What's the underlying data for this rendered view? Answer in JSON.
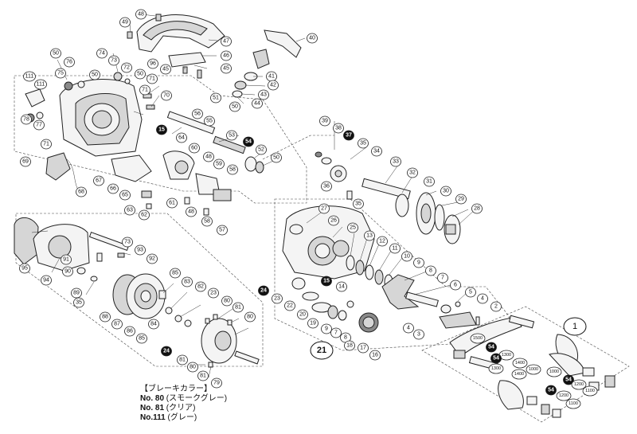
{
  "legend": {
    "title": "【ブレーキカラー】",
    "items": [
      {
        "no": "No. 80",
        "desc": "(スモークグレー)"
      },
      {
        "no": "No. 81",
        "desc": "(クリア)"
      },
      {
        "no": "No.111",
        "desc": "(グレー)"
      }
    ]
  },
  "assembly_label": "21",
  "handle_group_label": "1",
  "callouts": [
    {
      "id": "c48a",
      "text": "48"
    },
    {
      "id": "c49",
      "text": "49"
    },
    {
      "id": "c47",
      "text": "47"
    },
    {
      "id": "c96",
      "text": "96"
    },
    {
      "id": "c46",
      "text": "46"
    },
    {
      "id": "c45a",
      "text": "45"
    },
    {
      "id": "c45b",
      "text": "45"
    },
    {
      "id": "c40",
      "text": "40"
    },
    {
      "id": "c41",
      "text": "41"
    },
    {
      "id": "c42",
      "text": "42"
    },
    {
      "id": "c43",
      "text": "43"
    },
    {
      "id": "c44",
      "text": "44"
    },
    {
      "id": "c50a",
      "text": "50"
    },
    {
      "id": "c76",
      "text": "76"
    },
    {
      "id": "c75",
      "text": "75"
    },
    {
      "id": "c74",
      "text": "74"
    },
    {
      "id": "c73a",
      "text": "73"
    },
    {
      "id": "c72",
      "text": "72"
    },
    {
      "id": "c50b",
      "text": "50"
    },
    {
      "id": "c50c",
      "text": "50"
    },
    {
      "id": "c71a",
      "text": "71"
    },
    {
      "id": "c71b",
      "text": "71"
    },
    {
      "id": "c70",
      "text": "70"
    },
    {
      "id": "c111a",
      "text": "111"
    },
    {
      "id": "c111b",
      "text": "111"
    },
    {
      "id": "c78",
      "text": "78"
    },
    {
      "id": "c77",
      "text": "77"
    },
    {
      "id": "c51",
      "text": "51"
    },
    {
      "id": "c50d",
      "text": "50"
    },
    {
      "id": "c56",
      "text": "56"
    },
    {
      "id": "c55",
      "text": "55"
    },
    {
      "id": "c15a",
      "text": "15",
      "hl": true
    },
    {
      "id": "c64",
      "text": "64"
    },
    {
      "id": "c53",
      "text": "53"
    },
    {
      "id": "c54a",
      "text": "54",
      "hl": true
    },
    {
      "id": "c52",
      "text": "52"
    },
    {
      "id": "c50e",
      "text": "50"
    },
    {
      "id": "c71c",
      "text": "71"
    },
    {
      "id": "c60",
      "text": "60"
    },
    {
      "id": "c59",
      "text": "59"
    },
    {
      "id": "c48b",
      "text": "48"
    },
    {
      "id": "c58a",
      "text": "58"
    },
    {
      "id": "c69",
      "text": "69"
    },
    {
      "id": "c67",
      "text": "67"
    },
    {
      "id": "c66",
      "text": "66"
    },
    {
      "id": "c65",
      "text": "65"
    },
    {
      "id": "c68",
      "text": "68"
    },
    {
      "id": "c63",
      "text": "63"
    },
    {
      "id": "c62",
      "text": "62"
    },
    {
      "id": "c61",
      "text": "61"
    },
    {
      "id": "c48c",
      "text": "48"
    },
    {
      "id": "c58b",
      "text": "58"
    },
    {
      "id": "c57",
      "text": "57"
    },
    {
      "id": "c39",
      "text": "39"
    },
    {
      "id": "c38",
      "text": "38"
    },
    {
      "id": "c37",
      "text": "37",
      "hl": true
    },
    {
      "id": "c35a",
      "text": "35"
    },
    {
      "id": "c34",
      "text": "34"
    },
    {
      "id": "c33",
      "text": "33"
    },
    {
      "id": "c32",
      "text": "32"
    },
    {
      "id": "c31",
      "text": "31"
    },
    {
      "id": "c30",
      "text": "30"
    },
    {
      "id": "c29",
      "text": "29"
    },
    {
      "id": "c28",
      "text": "28"
    },
    {
      "id": "c36",
      "text": "36"
    },
    {
      "id": "c35b",
      "text": "35"
    },
    {
      "id": "c27",
      "text": "27"
    },
    {
      "id": "c26",
      "text": "26"
    },
    {
      "id": "c25",
      "text": "25"
    },
    {
      "id": "c13",
      "text": "13"
    },
    {
      "id": "c12",
      "text": "12"
    },
    {
      "id": "c11",
      "text": "11"
    },
    {
      "id": "c10",
      "text": "10"
    },
    {
      "id": "c9",
      "text": "9"
    },
    {
      "id": "c8",
      "text": "8"
    },
    {
      "id": "c7",
      "text": "7"
    },
    {
      "id": "c6",
      "text": "6"
    },
    {
      "id": "c5",
      "text": "5"
    },
    {
      "id": "c4a",
      "text": "4"
    },
    {
      "id": "c2",
      "text": "2"
    },
    {
      "id": "c3",
      "text": "3"
    },
    {
      "id": "c4b",
      "text": "4"
    },
    {
      "id": "c15b",
      "text": "15",
      "hl": true
    },
    {
      "id": "c14",
      "text": "14"
    },
    {
      "id": "c24a",
      "text": "24",
      "hl": true
    },
    {
      "id": "c23a",
      "text": "23"
    },
    {
      "id": "c22",
      "text": "22"
    },
    {
      "id": "c20",
      "text": "20"
    },
    {
      "id": "c19",
      "text": "19"
    },
    {
      "id": "c9b",
      "text": "9"
    },
    {
      "id": "c7b",
      "text": "7"
    },
    {
      "id": "c8b",
      "text": "8"
    },
    {
      "id": "c18",
      "text": "18"
    },
    {
      "id": "c17",
      "text": "17"
    },
    {
      "id": "c16",
      "text": "16"
    },
    {
      "id": "c95",
      "text": "95"
    },
    {
      "id": "c94",
      "text": "94"
    },
    {
      "id": "c91",
      "text": "91"
    },
    {
      "id": "c90",
      "text": "90"
    },
    {
      "id": "c89",
      "text": "89"
    },
    {
      "id": "c35c",
      "text": "35"
    },
    {
      "id": "c73b",
      "text": "73"
    },
    {
      "id": "c93",
      "text": "93"
    },
    {
      "id": "c92",
      "text": "92"
    },
    {
      "id": "c88",
      "text": "88"
    },
    {
      "id": "c87",
      "text": "87"
    },
    {
      "id": "c86",
      "text": "86"
    },
    {
      "id": "c85a",
      "text": "85"
    },
    {
      "id": "c83",
      "text": "83"
    },
    {
      "id": "c82",
      "text": "82"
    },
    {
      "id": "c23b",
      "text": "23"
    },
    {
      "id": "c80a",
      "text": "80"
    },
    {
      "id": "c81a",
      "text": "81"
    },
    {
      "id": "c80b",
      "text": "80"
    },
    {
      "id": "c84",
      "text": "84"
    },
    {
      "id": "c85b",
      "text": "85"
    },
    {
      "id": "c24b",
      "text": "24",
      "hl": true
    },
    {
      "id": "c81b",
      "text": "81"
    },
    {
      "id": "c80c",
      "text": "80"
    },
    {
      "id": "c81c",
      "text": "81"
    },
    {
      "id": "c79",
      "text": "79"
    },
    {
      "id": "c1500",
      "text": "1500"
    },
    {
      "id": "c54b",
      "text": "54",
      "hl": true
    },
    {
      "id": "c1300",
      "text": "1300"
    },
    {
      "id": "c1400a",
      "text": "1400"
    },
    {
      "id": "c54c",
      "text": "54",
      "hl": true
    },
    {
      "id": "c1300b",
      "text": "1300"
    },
    {
      "id": "c1400b",
      "text": "1400"
    },
    {
      "id": "c1000a",
      "text": "1000"
    },
    {
      "id": "c1000b",
      "text": "1000"
    },
    {
      "id": "c54d",
      "text": "54",
      "hl": true
    },
    {
      "id": "c1200a",
      "text": "1200"
    },
    {
      "id": "c1100a",
      "text": "1100"
    },
    {
      "id": "c54e",
      "text": "54",
      "hl": true
    },
    {
      "id": "c1200b",
      "text": "1200"
    },
    {
      "id": "c1100b",
      "text": "1100"
    }
  ]
}
